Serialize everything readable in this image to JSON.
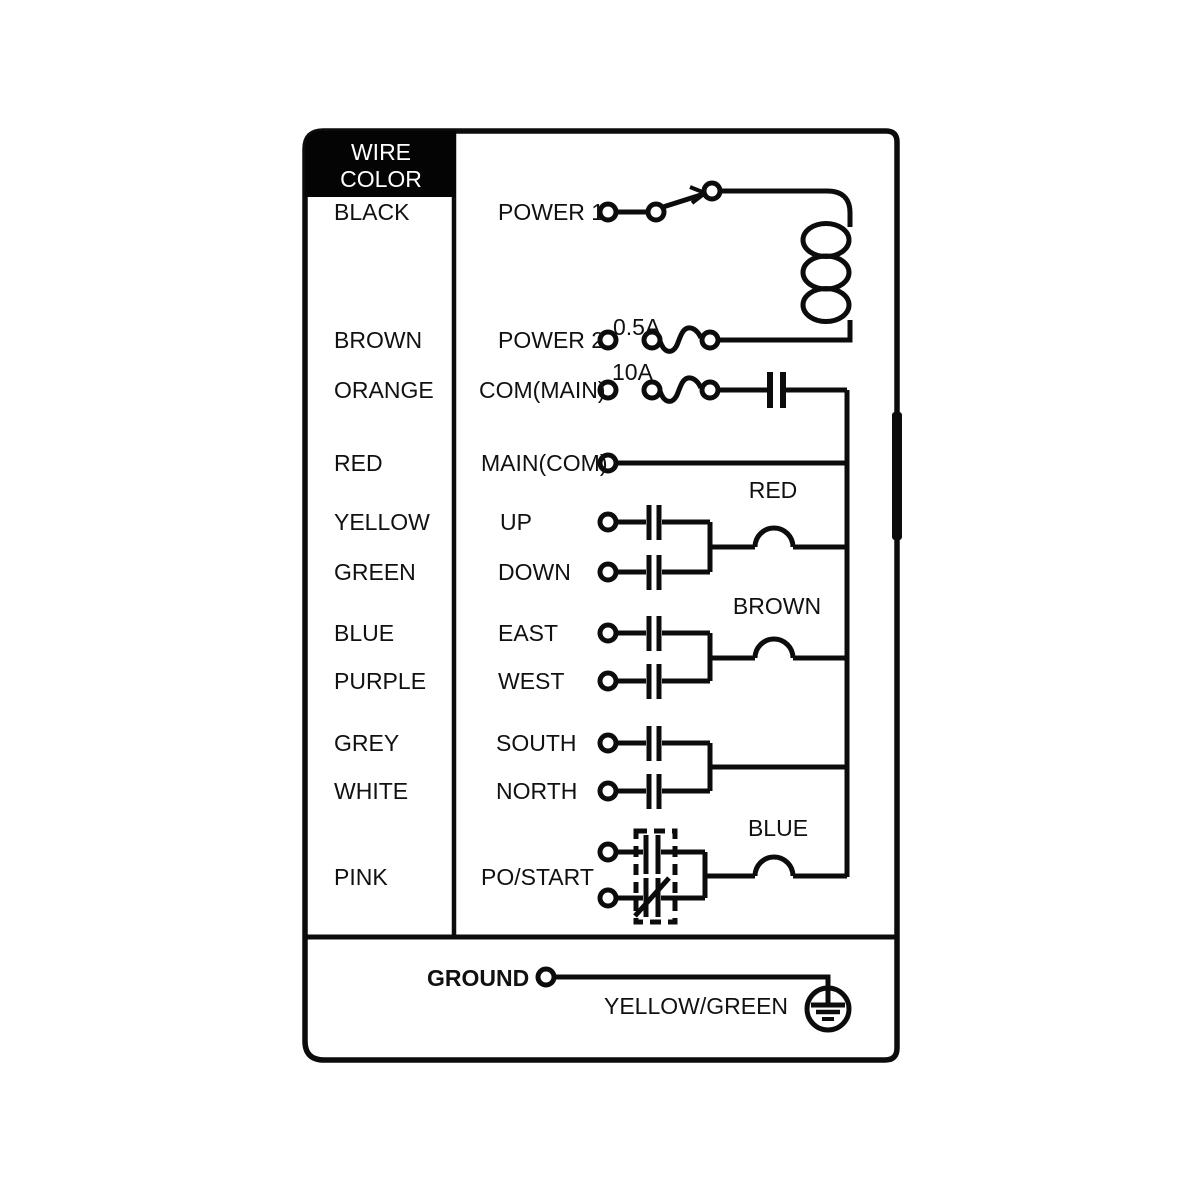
{
  "diagram": {
    "header": {
      "line1": "WIRE",
      "line2": "COLOR"
    },
    "wire_colors": [
      "BLACK",
      "BROWN",
      "ORANGE",
      "RED",
      "YELLOW",
      "GREEN",
      "BLUE",
      "PURPLE",
      "GREY",
      "WHITE",
      "PINK"
    ],
    "terminals": [
      "POWER 1",
      "POWER 2",
      "COM(MAIN)",
      "MAIN(COM)",
      "UP",
      "DOWN",
      "EAST",
      "WEST",
      "SOUTH",
      "NORTH",
      "PO/START"
    ],
    "fuses": {
      "power2": "0.5A",
      "com_main": "10A"
    },
    "coil_wires": {
      "up_down": "RED",
      "east_west": "BROWN",
      "po_start": "BLUE"
    },
    "ground": {
      "label": "GROUND",
      "wire": "YELLOW/GREEN"
    },
    "colors": {
      "line": "#0c0c0c",
      "header_bg": "#040404",
      "header_text": "#ffffff",
      "background": "#ffffff"
    }
  }
}
